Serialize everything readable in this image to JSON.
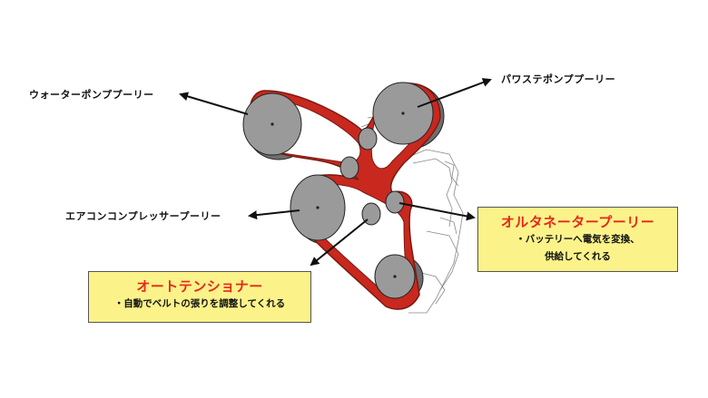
{
  "labels": {
    "water_pump": "ウォーターポンププーリー",
    "power_steering": "パワステポンププーリー",
    "aircon": "エアコンコンプレッサープーリー"
  },
  "callouts": {
    "alternator": {
      "title": "オルタネータープーリー",
      "desc_line1": "・バッテリーへ電気を変換、",
      "desc_line2": "供給してくれる"
    },
    "tensioner": {
      "title": "オートテンショナー",
      "desc": "・自動でベルトの張りを調整してくれる"
    }
  },
  "colors": {
    "belt": "#c8281e",
    "belt_dark": "#7a1a10",
    "pulley": "#9a9a9a",
    "callout_bg": "#fbf38a",
    "callout_title": "#e8271a"
  }
}
